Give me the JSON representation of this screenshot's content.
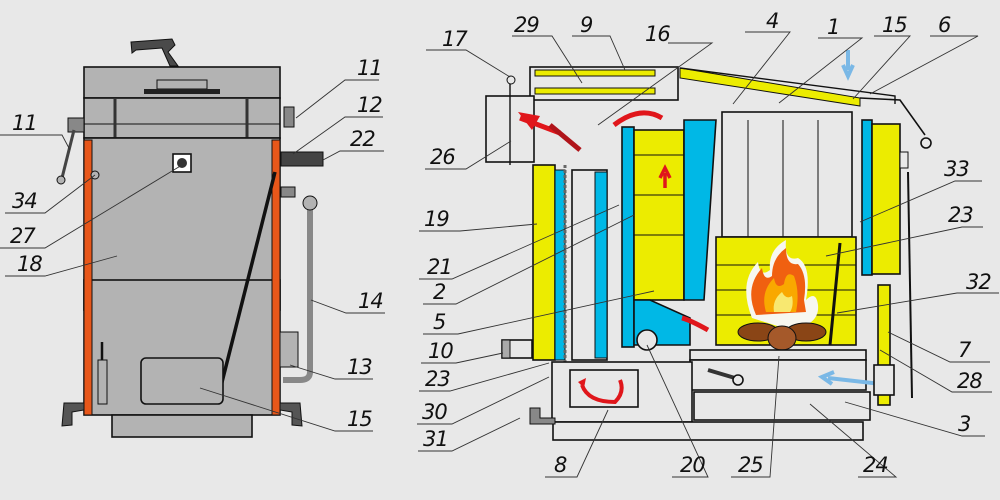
{
  "title": "Solid fuel boiler – front view and cross-section",
  "colors": {
    "background": "#e8e8e8",
    "body_grey": "#b3b3b3",
    "side_orange": "#e8571a",
    "insulation_yellow": "#ecec00",
    "water_blue": "#00b8e6",
    "arrow_red": "#e0161b",
    "air_arrow_blue": "#7ab8e6",
    "handle_dark": "#4a4a4a"
  },
  "icons": {
    "fire": "campfire-with-logs-icon",
    "hot_gas_arrow": "red-curved-arrow-icon",
    "air_arrow": "blue-air-arrow-icon"
  },
  "front_view": {
    "callouts": [
      {
        "id": "11",
        "label": "11"
      },
      {
        "id": "34",
        "label": "34"
      },
      {
        "id": "27",
        "label": "27"
      },
      {
        "id": "18",
        "label": "18"
      },
      {
        "id": "11r",
        "label": "11"
      },
      {
        "id": "12",
        "label": "12"
      },
      {
        "id": "22",
        "label": "22"
      },
      {
        "id": "14",
        "label": "14"
      },
      {
        "id": "13",
        "label": "13"
      },
      {
        "id": "15",
        "label": "15"
      }
    ]
  },
  "section_view": {
    "callouts_top": [
      {
        "id": "17",
        "label": "17"
      },
      {
        "id": "29",
        "label": "29"
      },
      {
        "id": "9",
        "label": "9"
      },
      {
        "id": "16",
        "label": "16"
      },
      {
        "id": "4",
        "label": "4"
      },
      {
        "id": "1",
        "label": "1"
      },
      {
        "id": "15",
        "label": "15"
      },
      {
        "id": "6",
        "label": "6"
      }
    ],
    "callouts_left": [
      {
        "id": "26",
        "label": "26"
      },
      {
        "id": "19",
        "label": "19"
      },
      {
        "id": "21",
        "label": "21"
      },
      {
        "id": "2",
        "label": "2"
      },
      {
        "id": "5",
        "label": "5"
      },
      {
        "id": "10",
        "label": "10"
      },
      {
        "id": "23",
        "label": "23"
      },
      {
        "id": "30",
        "label": "30"
      },
      {
        "id": "31",
        "label": "31"
      }
    ],
    "callouts_right": [
      {
        "id": "33",
        "label": "33"
      },
      {
        "id": "23",
        "label": "23"
      },
      {
        "id": "32",
        "label": "32"
      },
      {
        "id": "7",
        "label": "7"
      },
      {
        "id": "28",
        "label": "28"
      },
      {
        "id": "3",
        "label": "3"
      }
    ],
    "callouts_bottom": [
      {
        "id": "8",
        "label": "8"
      },
      {
        "id": "20",
        "label": "20"
      },
      {
        "id": "25",
        "label": "25"
      },
      {
        "id": "24",
        "label": "24"
      }
    ]
  }
}
